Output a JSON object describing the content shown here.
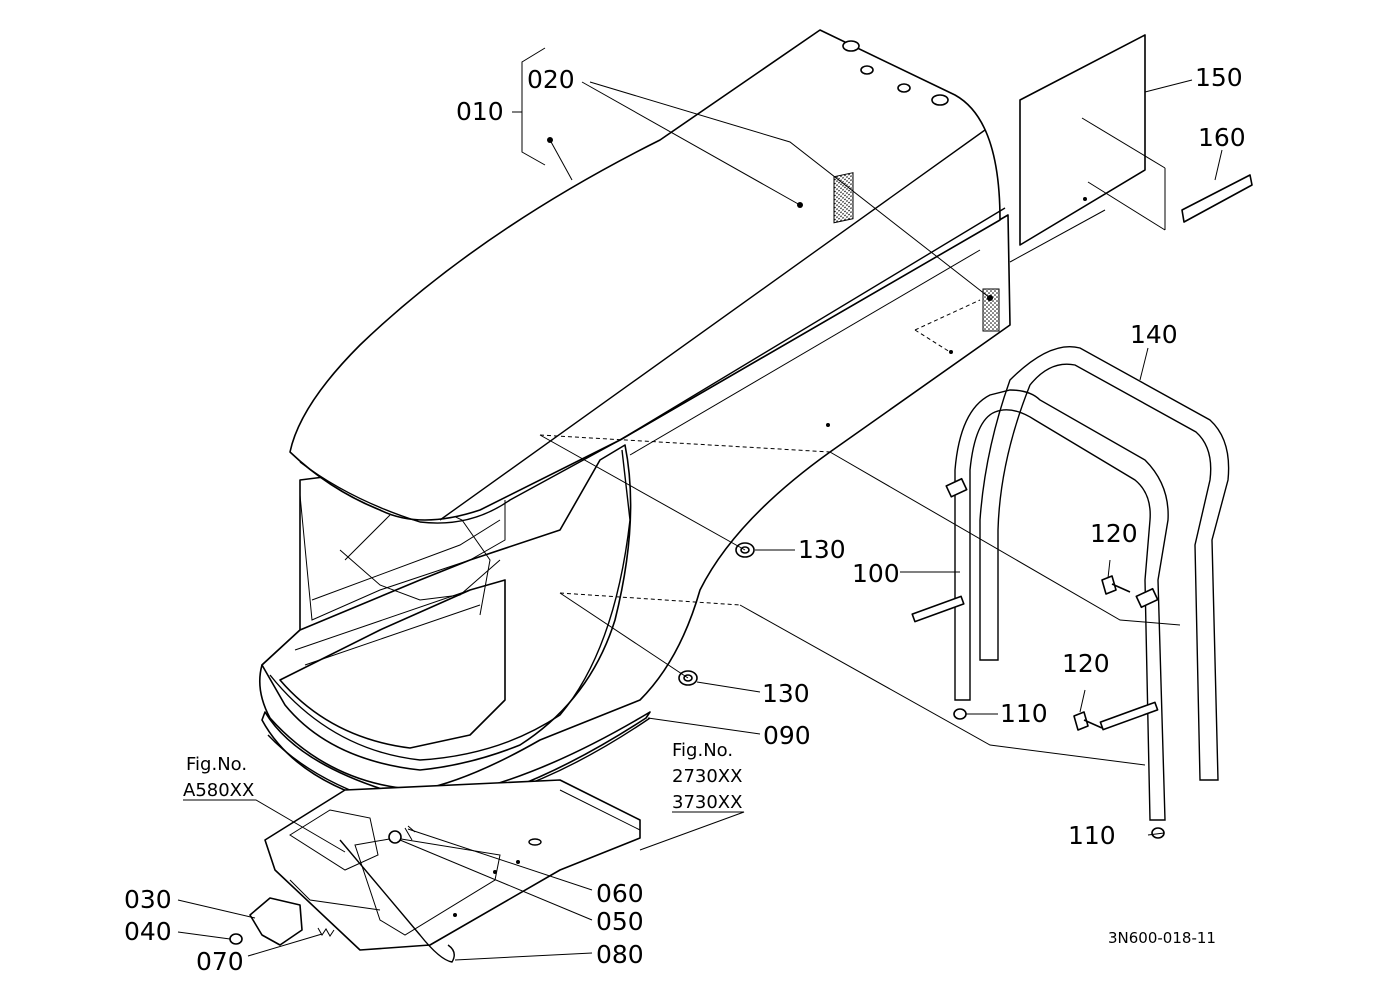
{
  "diagram": {
    "parts": {
      "p010": "010",
      "p020": "020",
      "p030": "030",
      "p040": "040",
      "p050": "050",
      "p060": "060",
      "p070": "070",
      "p080": "080",
      "p090": "090",
      "p100": "100",
      "p110a": "110",
      "p110b": "110",
      "p120a": "120",
      "p120b": "120",
      "p130a": "130",
      "p130b": "130",
      "p140": "140",
      "p150": "150",
      "p160": "160"
    },
    "figure_refs": {
      "left_title": "Fig.No.",
      "left_code": "A580XX",
      "right_title": "Fig.No.",
      "right_code_1": "2730XX",
      "right_code_2": "3730XX"
    },
    "drawing_code": "3N600-018-11"
  }
}
